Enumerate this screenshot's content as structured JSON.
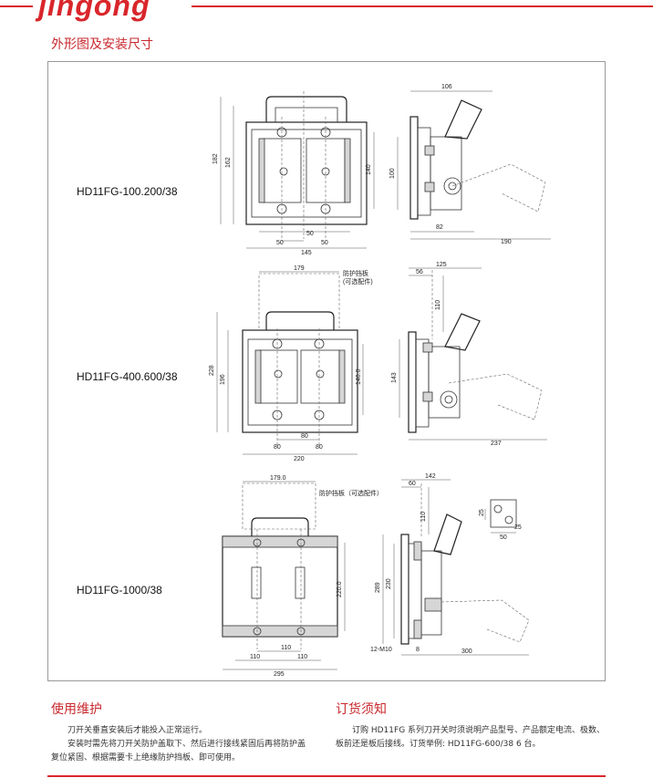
{
  "brand": "jingong",
  "title": "外形图及安装尺寸",
  "models": [
    "HD11FG-100.200/38",
    "HD11FG-400.600/38",
    "HD11FG-1000/38"
  ],
  "dims": {
    "d1": {
      "top": "106",
      "h182": "182",
      "h162": "162",
      "h140": "140",
      "h100": "100",
      "w50a": "50",
      "w50b": "50",
      "w50c": "50",
      "w145": "145",
      "w82": "82",
      "w190": "190"
    },
    "d2": {
      "w179": "179",
      "guard": "防护挡板",
      "guard2": "(可选配件)",
      "w125": "125",
      "w56": "56",
      "h110": "110",
      "h228": "228",
      "h196": "196",
      "h1400": "140.0",
      "h143": "143",
      "w80a": "80",
      "w80b": "80",
      "w80c": "80",
      "w220": "220",
      "w237": "237"
    },
    "d3": {
      "w1790": "179.0",
      "guard": "防护挡板（可选配件）",
      "w142": "142",
      "w60": "60",
      "h110": "110",
      "h25a": "25",
      "h25b": "25",
      "w50": "50",
      "h2200": "220.0",
      "h289": "289",
      "h230": "230",
      "m10": "12-M10",
      "w8": "8",
      "w300": "300",
      "w110a": "110",
      "w110b": "110",
      "w110c": "110",
      "w295": "295"
    }
  },
  "maintenance": {
    "title": "使用维护",
    "lines": [
      "刀开关垂直安装后才能投入正常运行。",
      "安装时需先将刀开关防护盖取下、然后进行接线紧固后再将防护盖",
      "复位紧固、根据需要卡上绝缘防护挡板、即可使用。"
    ]
  },
  "ordering": {
    "title": "订货须知",
    "lines": [
      "订购 HD11FG 系列刀开关时须说明产品型号、产品额定电流、极数、",
      "板前还是板后接线。订货举例:  HD11FG-600/38   6 台。"
    ]
  }
}
